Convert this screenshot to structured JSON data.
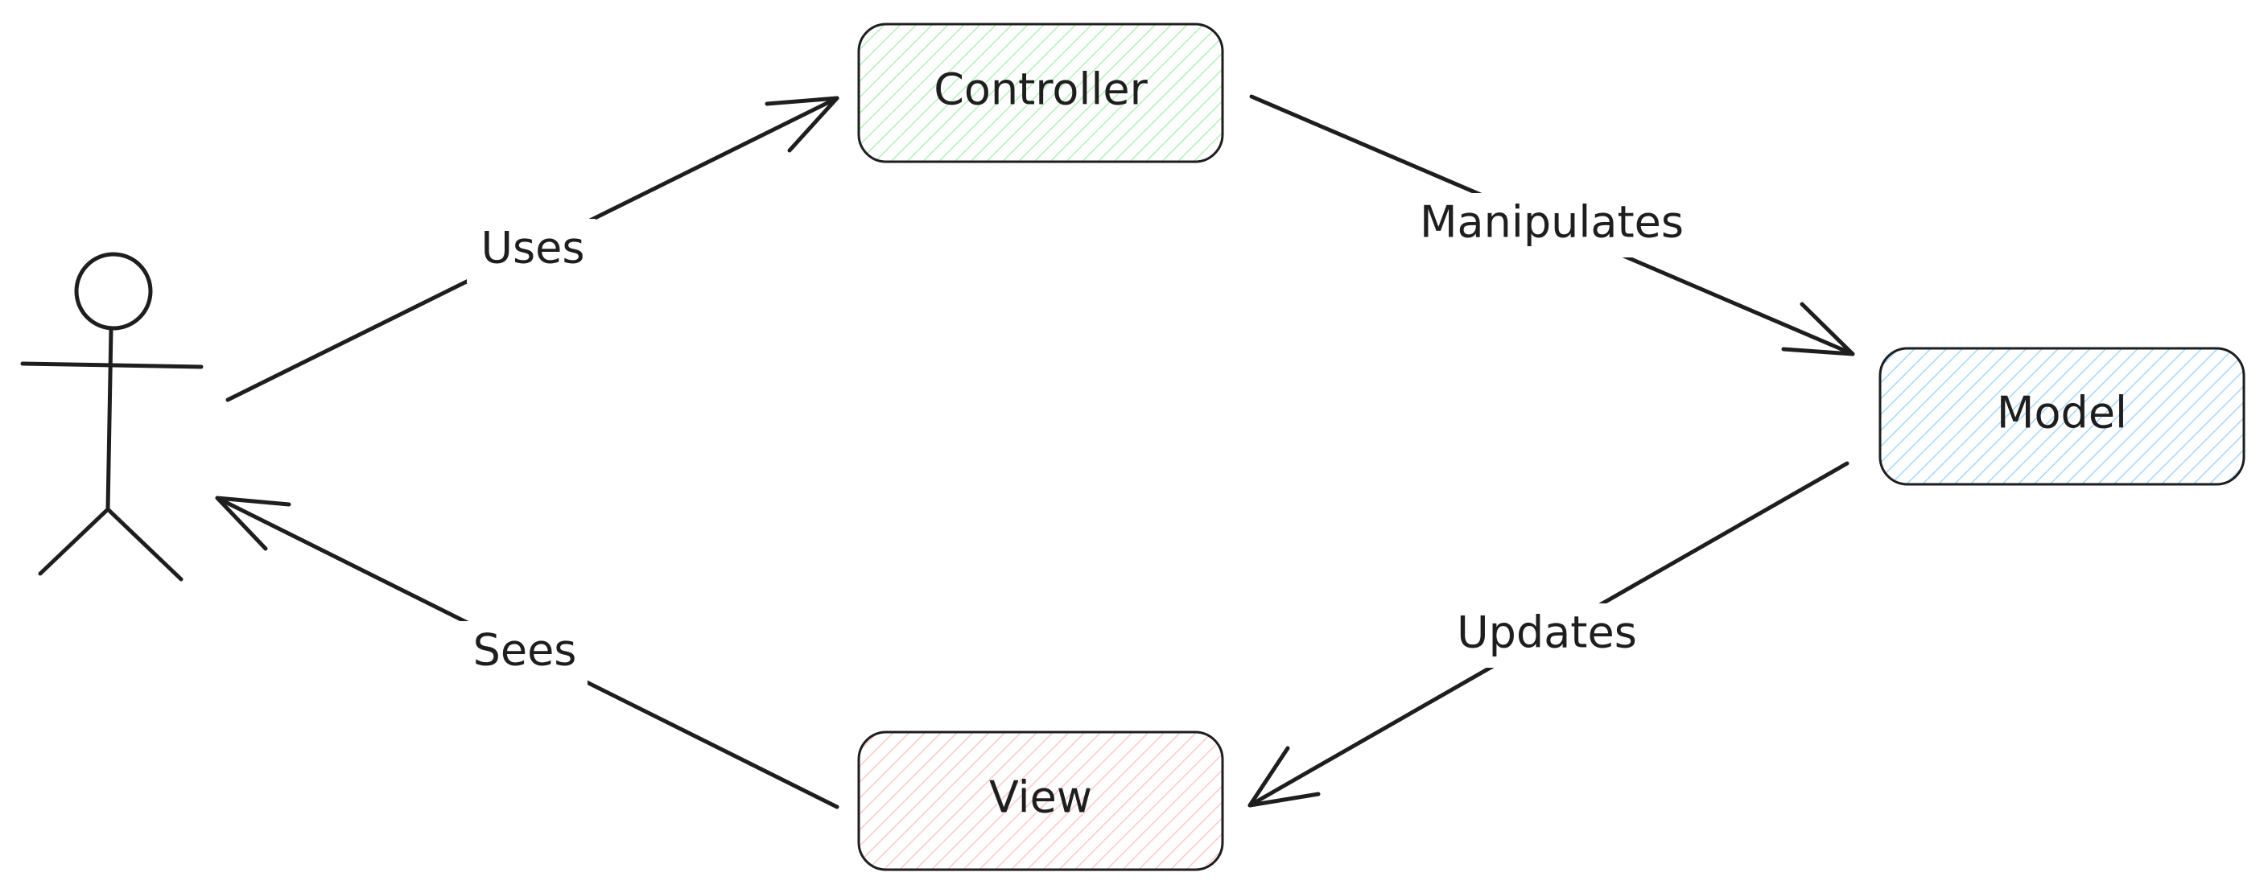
{
  "colors": {
    "stroke": "#1e1e1e",
    "controller_fill": "#b2f2bb",
    "model_fill": "#a5d8ff",
    "view_fill": "#ffc9c9"
  },
  "nodes": {
    "controller": {
      "label": "Controller"
    },
    "model": {
      "label": "Model"
    },
    "view": {
      "label": "View"
    },
    "user": {
      "icon": "stick-figure-icon"
    }
  },
  "edges": {
    "uses": "Uses",
    "manipulates": "Manipulates",
    "updates": "Updates",
    "sees": "Sees"
  }
}
